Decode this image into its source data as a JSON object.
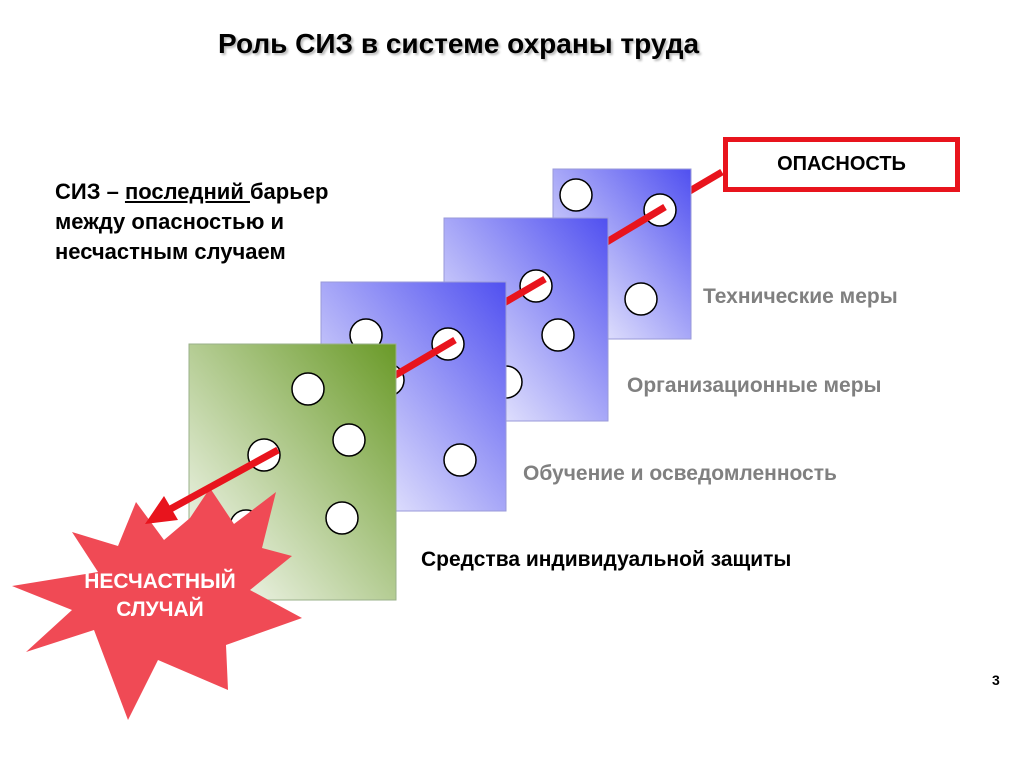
{
  "slide": {
    "title": "Роль СИЗ в системе охраны труда",
    "intro": {
      "prefix": "СИЗ – ",
      "underlined": "последний ",
      "line1_rest": "барьер",
      "line2": "между опасностью и",
      "line3": "несчастным случаем"
    },
    "hazard_label": "ОПАСНОСТЬ",
    "accident_label_line1": "НЕСЧАСТНЫЙ",
    "accident_label_line2": "СЛУЧАЙ",
    "page_number": "3"
  },
  "layers": [
    {
      "label": "Технические меры",
      "color": "#808080",
      "fill_end": "#5050f0"
    },
    {
      "label": "Организационные меры",
      "color": "#808080",
      "fill_end": "#5050f0"
    },
    {
      "label": "Обучение и осведомленность",
      "color": "#808080",
      "fill_end": "#5050f0"
    },
    {
      "label": "Средства индивидуальной защиты",
      "color": "#000000",
      "fill_end": "#6a9a28"
    }
  ],
  "colors": {
    "arrow": "#e8141d",
    "hazard_border": "#e8141d",
    "accident_fill": "#f04a55"
  }
}
